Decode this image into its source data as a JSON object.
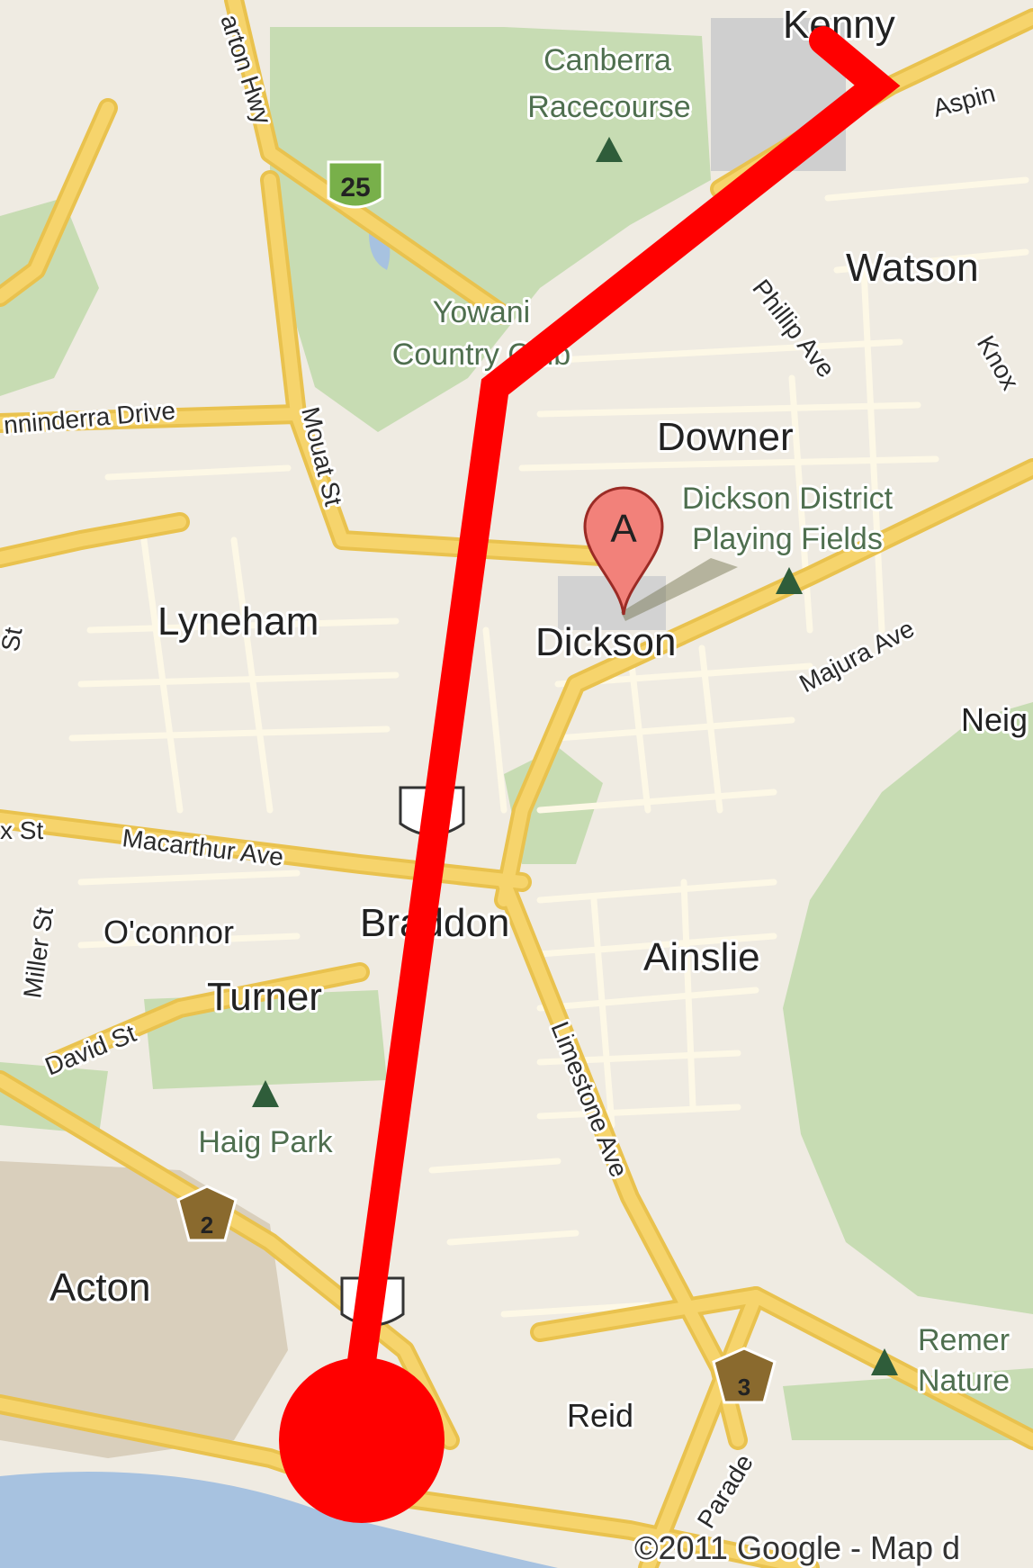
{
  "map": {
    "places": {
      "kenny": "Kenny",
      "watson": "Watson",
      "downer": "Downer",
      "dickson": "Dickson",
      "lyneham": "Lyneham",
      "oconnor": "O'connor",
      "braddon": "Braddon",
      "turner": "Turner",
      "ainslie": "Ainslie",
      "acton": "Acton",
      "reid": "Reid",
      "neig": "Neig"
    },
    "pois": {
      "racecourse_line1": "Canberra",
      "racecourse_line2": "Racecourse",
      "yowani_line1": "Yowani",
      "yowani_line2": "Country Club",
      "dickson_fields_line1": "Dickson District",
      "dickson_fields_line2": "Playing Fields",
      "haig_park": "Haig Park",
      "remembrance_line1": "Remer",
      "remembrance_line2": "Nature"
    },
    "roads": {
      "barton_hwy": "arton Hwy",
      "ginninderra": "nninderra Drive",
      "mouat_st": "Mouat St",
      "phillip_ave": "Phillip Ave",
      "knox": "Knox",
      "aspinall": "Aspin",
      "majura_ave": "Majura Ave",
      "macarthur_ave": "Macarthur Ave",
      "x_st": "x St",
      "miller_st": "Miller St",
      "david_st": "David St",
      "limestone_ave": "Limestone Ave",
      "parade": "Parade",
      "left_edge_st": "St"
    },
    "shields": {
      "route_25": "25",
      "route_2": "2",
      "route_3": "3"
    },
    "marker": {
      "letter": "A"
    },
    "copyright": "©2011 Google - Map d",
    "colors": {
      "route": "#ff0000",
      "land": "#efebe2",
      "park": "#c7dcb3",
      "major_road": "#f6d46c",
      "minor_road": "#fdf8e6",
      "marker": "#f2817a",
      "shield_green": "#78b04a",
      "shield_brown": "#8a6a2e"
    }
  }
}
